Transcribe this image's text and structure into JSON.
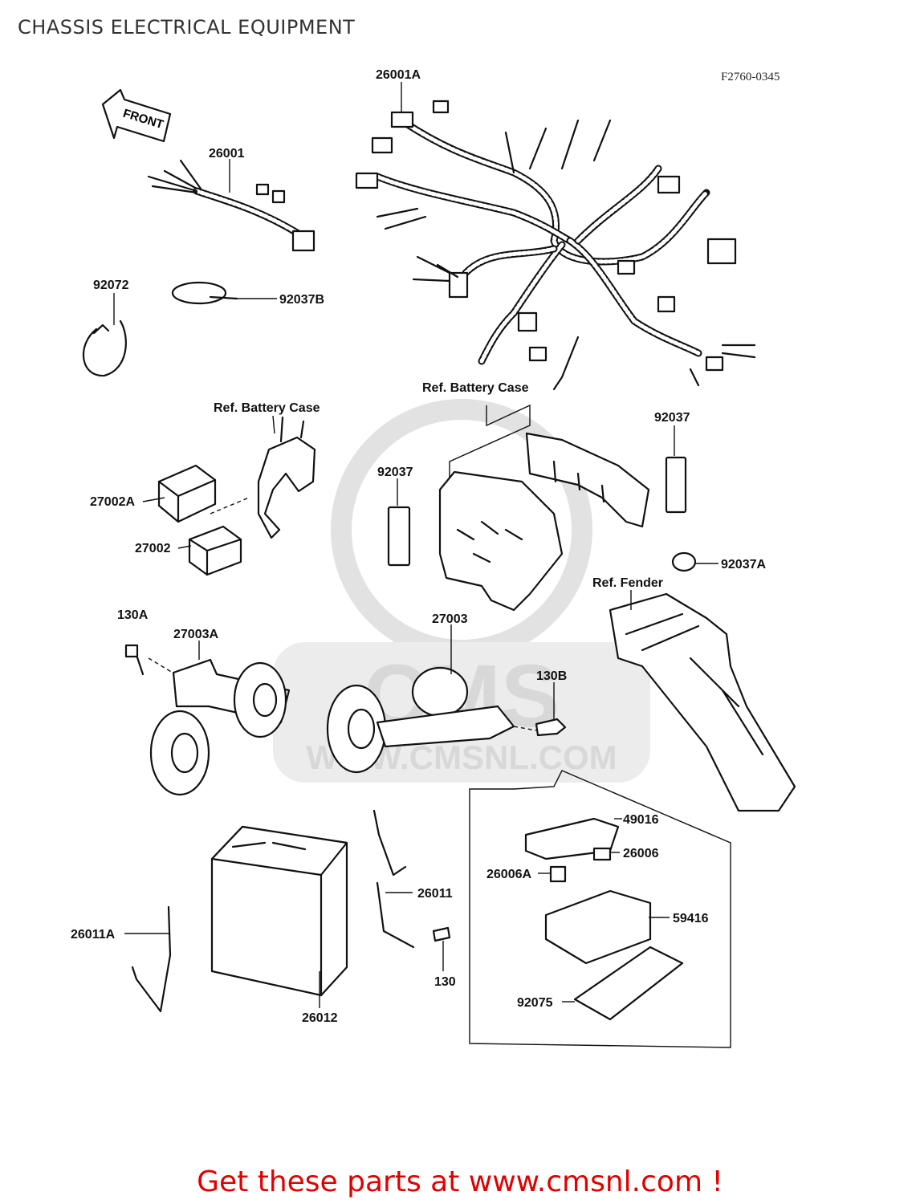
{
  "title": "CHASSIS ELECTRICAL EQUIPMENT",
  "figure_code": "F2760-0345",
  "front_arrow": "FRONT",
  "watermark": {
    "brand": "CMS",
    "url": "WWW.CMSNL.COM"
  },
  "parts": {
    "p26001A": "26001A",
    "p26001": "26001",
    "p92072": "92072",
    "p92037B": "92037B",
    "p92037_left": "92037",
    "p92037_right": "92037",
    "p92037A": "92037A",
    "p27002A": "27002A",
    "p27002": "27002",
    "p130A": "130A",
    "p27003A": "27003A",
    "p27003": "27003",
    "p130B": "130B",
    "p49016": "49016",
    "p26006": "26006",
    "p26006A": "26006A",
    "p59416": "59416",
    "p92075": "92075",
    "p26011": "26011",
    "p26011A": "26011A",
    "p130": "130",
    "p26012": "26012"
  },
  "references": {
    "battery_case_left": "Ref. Battery Case",
    "battery_case_right": "Ref. Battery Case",
    "fender": "Ref. Fender"
  },
  "footer": "Get these parts at www.cmsnl.com !",
  "colors": {
    "footer": "#e00000",
    "watermark": "#d8d8d8",
    "line": "#111111"
  }
}
